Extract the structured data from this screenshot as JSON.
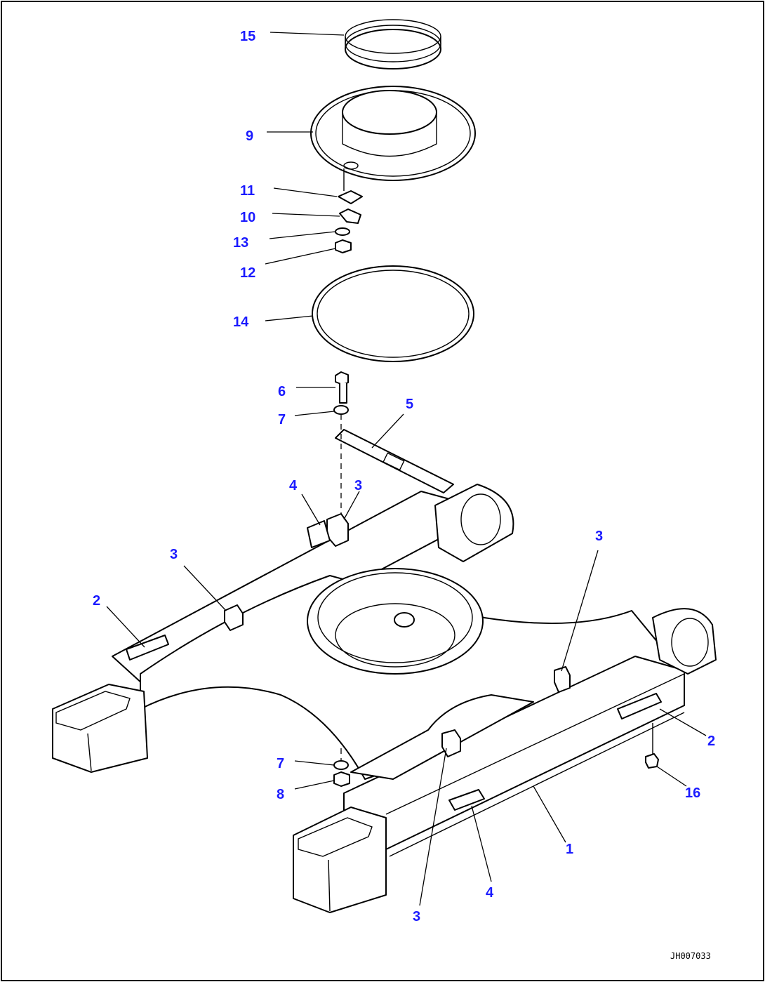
{
  "callouts": [
    {
      "id": "c15",
      "text": "15"
    },
    {
      "id": "c9",
      "text": "9"
    },
    {
      "id": "c11",
      "text": "11"
    },
    {
      "id": "c10",
      "text": "10"
    },
    {
      "id": "c13",
      "text": "13"
    },
    {
      "id": "c12",
      "text": "12"
    },
    {
      "id": "c14",
      "text": "14"
    },
    {
      "id": "c6",
      "text": "6"
    },
    {
      "id": "c7a",
      "text": "7"
    },
    {
      "id": "c5",
      "text": "5"
    },
    {
      "id": "c4a",
      "text": "4"
    },
    {
      "id": "c3a",
      "text": "3"
    },
    {
      "id": "c3b",
      "text": "3"
    },
    {
      "id": "c3c",
      "text": "3"
    },
    {
      "id": "c2a",
      "text": "2"
    },
    {
      "id": "c2b",
      "text": "2"
    },
    {
      "id": "c7b",
      "text": "7"
    },
    {
      "id": "c8",
      "text": "8"
    },
    {
      "id": "c16",
      "text": "16"
    },
    {
      "id": "c1",
      "text": "1"
    },
    {
      "id": "c4b",
      "text": "4"
    },
    {
      "id": "c3d",
      "text": "3"
    }
  ],
  "drawing_code": "JH007033",
  "colors": {
    "callout": "#1a1aff",
    "line": "#000000",
    "background": "#ffffff"
  }
}
